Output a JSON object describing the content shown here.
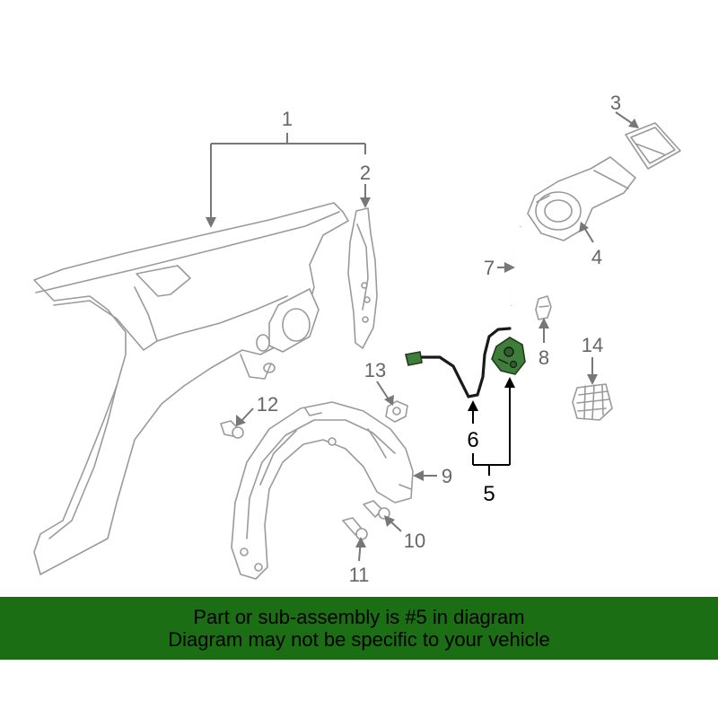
{
  "diagram": {
    "callouts": [
      "1",
      "2",
      "3",
      "4",
      "5",
      "6",
      "7",
      "8",
      "9",
      "10",
      "11",
      "12",
      "13",
      "14"
    ],
    "highlighted_parts": [
      "5",
      "6"
    ],
    "colors": {
      "outline": "#9a9a9a",
      "highlight_fill": "#3f7d3a",
      "highlight_label": "#000000",
      "label": "#666666"
    }
  },
  "banner": {
    "line1": "Part or sub-assembly is #5 in diagram",
    "line2": "Diagram may not be specific to your vehicle",
    "background": "#1b6e14"
  }
}
